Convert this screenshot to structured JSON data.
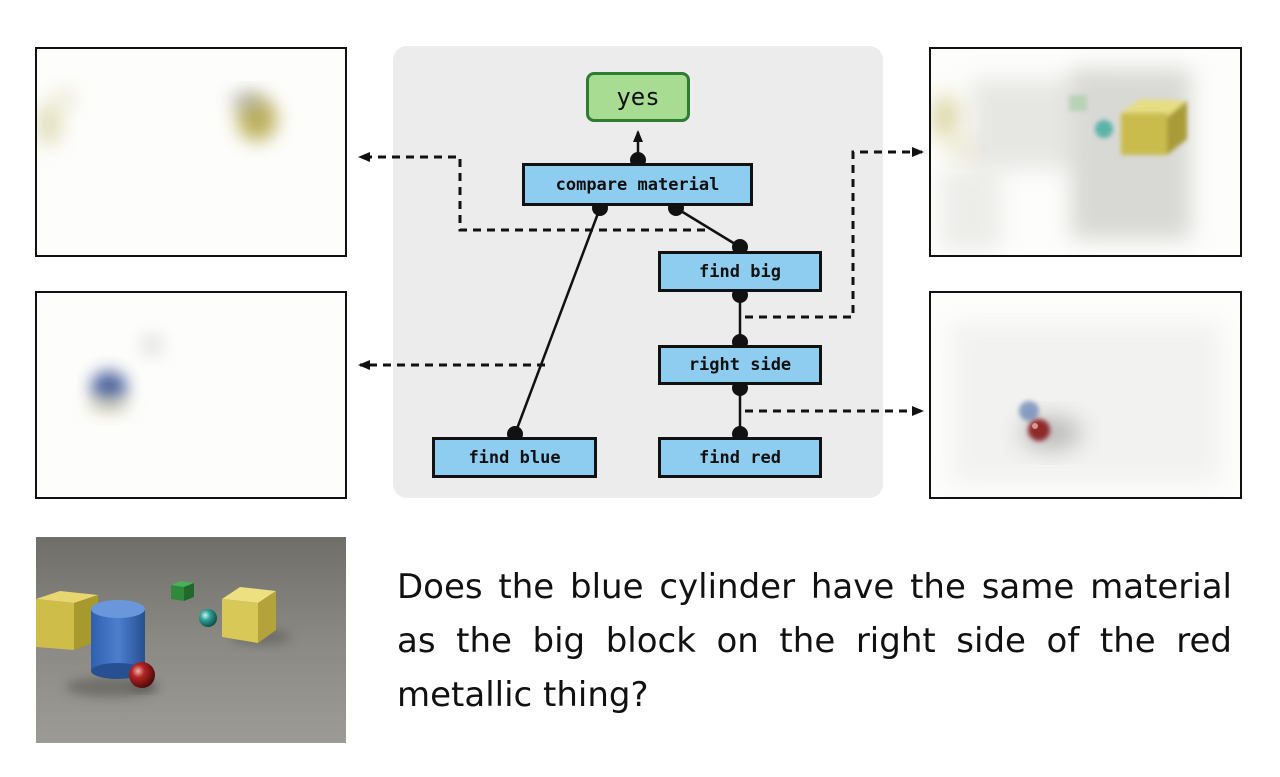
{
  "answer": "yes",
  "modules": {
    "compare_material": "compare material",
    "find_big": "find big",
    "right_side": "right side",
    "find_blue": "find blue",
    "find_red": "find red"
  },
  "question": "Does the blue cylinder have the same material as the big block on the right side of the red metallic thing?",
  "colors": {
    "module_fill": "#8ecdf0",
    "answer_fill": "#a8dc92",
    "answer_border": "#2e7d32",
    "tree_background": "#ececec"
  }
}
